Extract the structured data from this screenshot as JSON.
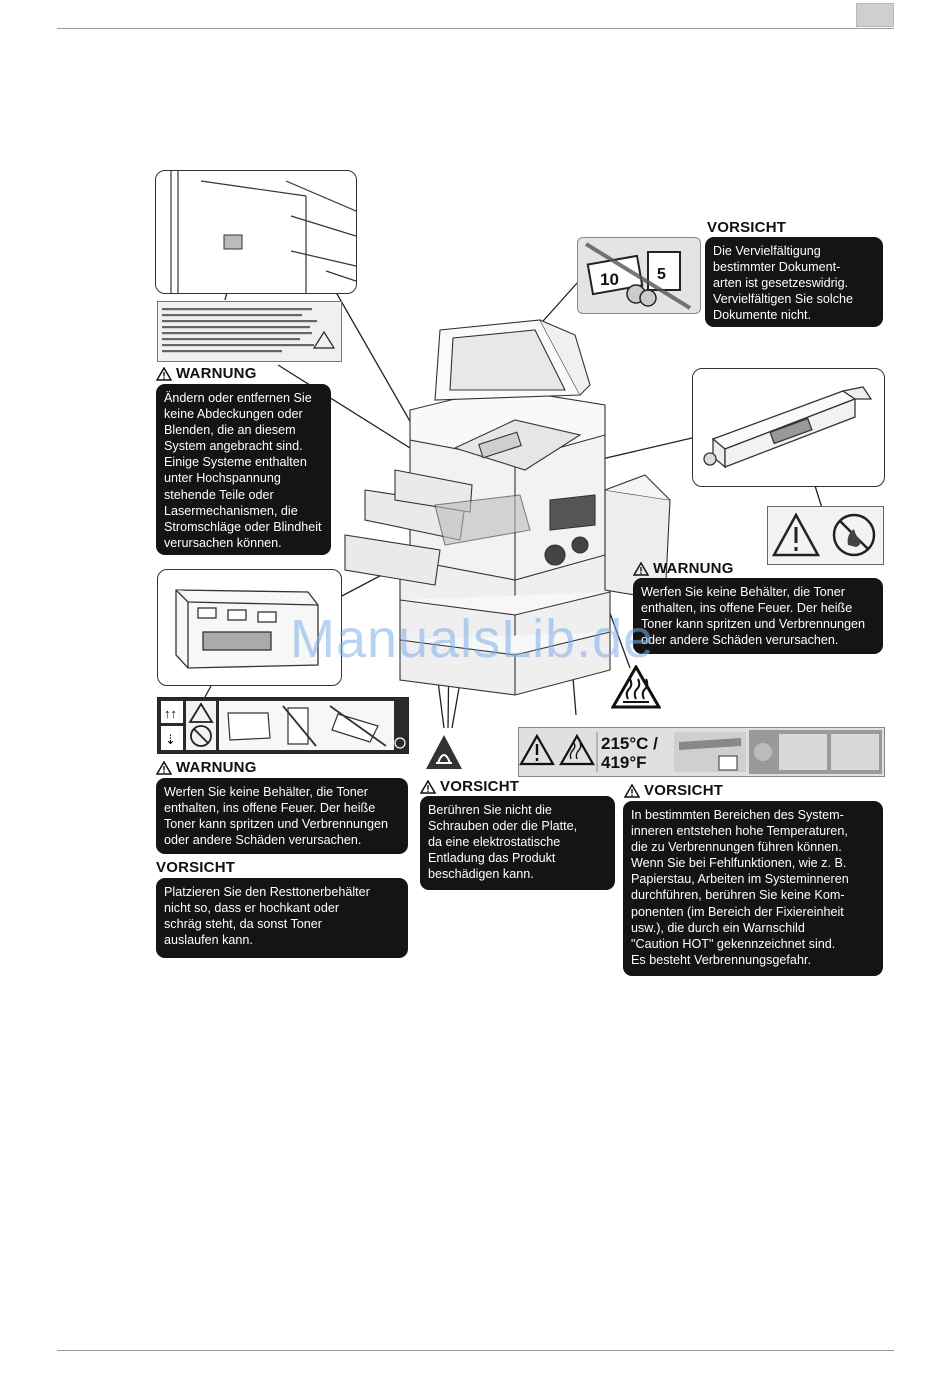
{
  "page": {
    "watermark": "ManualsLib.de"
  },
  "callouts": {
    "copy_caution": {
      "heading": "VORSICHT",
      "text": "Die Vervielfältigung\nbestimmter Dokument-\narten ist gesetzeswidrig.\nVervielfältigen Sie solche\nDokumente nicht."
    },
    "covers_warning": {
      "heading": "WARNUNG",
      "text": "Ändern oder entfernen Sie\nkeine Abdeckungen oder\nBlenden, die an diesem\nSystem angebracht sind.\nEinige Systeme enthalten\nunter Hochspannung\nstehende Teile oder\nLasermechanismen, die\nStromschläge oder Blindheit\nverursachen können."
    },
    "toner_warning_right": {
      "heading": "WARNUNG",
      "text": "Werfen Sie keine Behälter, die Toner\nenthalten, ins offene Feuer. Der heiße\nToner kann spritzen und Verbrennungen\noder andere Schäden verursachen."
    },
    "toner_warning_left": {
      "heading": "WARNUNG",
      "text": "Werfen Sie keine Behälter, die Toner\nenthalten, ins offene Feuer. Der heiße\nToner kann spritzen und Verbrennungen\noder andere Schäden verursachen."
    },
    "waste_toner_caution": {
      "heading": "VORSICHT",
      "text": "Platzieren Sie den Resttonerbehälter\nnicht so, dass er hochkant oder\nschräg steht, da sonst Toner\nauslaufen kann."
    },
    "esd_caution": {
      "heading": "VORSICHT",
      "text": "Berühren Sie nicht die\nSchrauben oder die Platte,\nda eine elektrostatische\nEntladung das Produkt\nbeschädigen kann."
    },
    "heat_caution": {
      "heading": "VORSICHT",
      "text": "In bestimmten Bereichen des System-\ninneren entstehen hohe Temperaturen,\ndie zu Verbrennungen führen können.\nWenn Sie bei Fehlfunktionen, wie z. B.\nPapierstau, Arbeiten im Systeminneren\ndurchführen, berühren Sie keine Kom-\nponenten (im Bereich der Fixiereinheit\nusw.), die durch ein Warnschild\n\"Caution HOT\" gekennzeichnet sind.\nEs besteht Verbrennungsgefahr."
    }
  },
  "labels": {
    "temperature": "215°C /\n419°F",
    "temp_c": "215°C /",
    "temp_f": "419°F",
    "money_number": "10",
    "stamp_number": "5"
  },
  "icons": [
    "warning-triangle-icon",
    "no-copy-money-icon",
    "fire-prohibited-icon",
    "hot-surface-icon",
    "esd-icon",
    "toner-bottle-icon",
    "waste-toner-box-icon"
  ],
  "colors": {
    "callout_bg": "#141414",
    "callout_text": "#ffffff",
    "watermark": "#7fb0e8"
  }
}
